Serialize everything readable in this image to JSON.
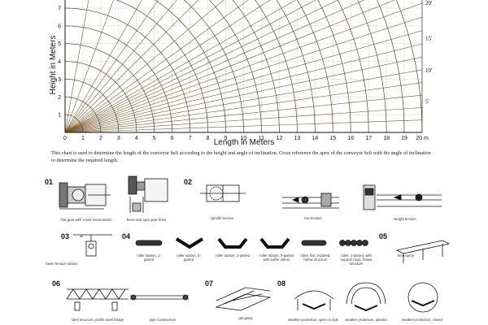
{
  "chart": {
    "ylabel": "Height in Meters",
    "xlabel": "Length in Meters",
    "x_ticks": [
      "0",
      "1",
      "2",
      "3",
      "4",
      "5",
      "6",
      "7",
      "8",
      "9",
      "10",
      "11",
      "12",
      "13",
      "14",
      "15",
      "16",
      "17",
      "18",
      "19",
      "20 m"
    ],
    "y_ticks": [
      "1",
      "2",
      "3",
      "4",
      "5",
      "6",
      "7"
    ],
    "angle_ticks": [
      "5'",
      "10'",
      "15'",
      "20'"
    ]
  },
  "chart_data": {
    "type": "line",
    "title": "",
    "xlabel": "Length in Meters",
    "ylabel": "Height in Meters",
    "xlim": [
      0,
      20
    ],
    "ylim": [
      0,
      7.5
    ],
    "grid": true,
    "angles_deg": [
      2,
      4,
      6,
      8,
      10,
      12,
      14,
      16,
      18,
      20,
      22,
      24,
      26,
      28,
      30,
      33,
      36,
      40,
      45,
      50,
      55,
      60,
      70,
      80
    ],
    "arc_lengths_m": [
      1,
      2,
      3,
      4,
      5,
      6,
      7,
      8,
      9,
      10,
      11,
      12,
      13,
      14,
      15,
      16,
      17,
      18,
      19,
      20
    ],
    "angle_labels": [
      {
        "text": "5'",
        "x_at": 20,
        "y_at": 1.75
      },
      {
        "text": "10'",
        "x_at": 20,
        "y_at": 3.5
      },
      {
        "text": "15'",
        "x_at": 20,
        "y_at": 5.3
      },
      {
        "text": "20'",
        "x_at": 20,
        "y_at": 7.3
      }
    ]
  },
  "caption": "This chart is used to determine the length of the conveyor belt according to the height and angle of inclination. Cross reference the apex of the conveyor belt with the angle of inclination to determine the required length.",
  "sections": {
    "n01": "01",
    "n02": "02",
    "n03": "03",
    "n04": "04",
    "n05": "05",
    "n06": "06",
    "n07": "07",
    "n08": "08"
  },
  "labels": {
    "flat_gear": "Flat gear with V-belt transmission",
    "bevel_gear": "bevel and spur gear drive",
    "spindel": "spindel tension",
    "low_tension": "low tension",
    "weight_tension": "weight tension",
    "lower_tension_station": "lower tension station",
    "roller_1": "roller station, 1-parted",
    "roller_2": "roller station, 2-parted",
    "roller_3": "roller station, 3-parted",
    "roller_3b": "roller station, 3-parted with buffer rollers",
    "roller_flat": "roller, flat, 3-parted, below structure",
    "roller_ring": "roller, 1-parted, with support rings, below structure",
    "feed_apron": "feed apron",
    "steel_structure": "steel structure, profile steel bridge",
    "pipe_construction": "pipe construction",
    "gangway": "gangway",
    "weather_open": "weather protection, open on side",
    "weather_plastics": "weather protection, plastics",
    "weather_closed": "weather protection, closed"
  },
  "colors": {
    "grid": "#c8c8c8",
    "rays": "#7a5a2a",
    "arcs": "#5a4a2a",
    "ink": "#111111"
  }
}
